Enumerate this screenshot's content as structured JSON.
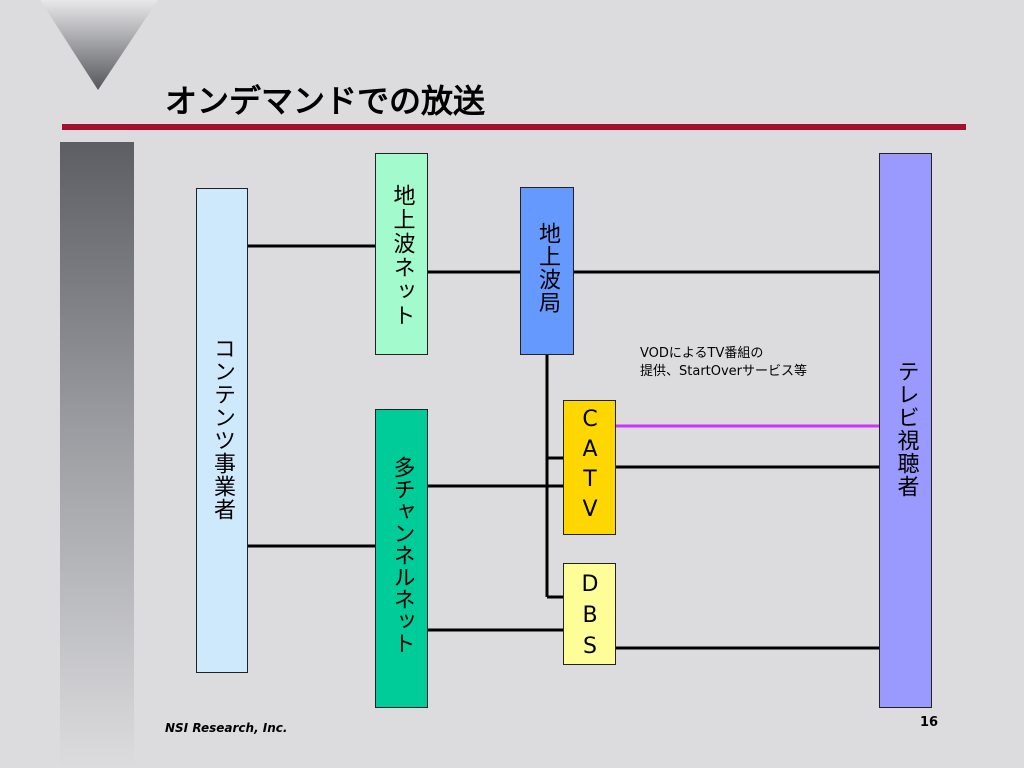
{
  "slide": {
    "title": "オンデマンドでの放送",
    "page_number": "16",
    "footer_company": "NSI Research, Inc."
  },
  "boxes": {
    "contents_provider": "コンテンツ事業者",
    "terrestrial_network": "地上波ネット",
    "terrestrial_station": "地上波局",
    "multichannel_network": "多チャンネルネット",
    "catv": "CATV",
    "dbs": "DBS",
    "tv_viewers": "テレビ視聴者"
  },
  "annotation": "VODによるTV番組の\n提供、StartOverサービス等",
  "colors": {
    "title_rule": "#a3102f",
    "contents_box": "#cfe9fc",
    "terrestrial_net_box": "#a3fbcd",
    "terrestrial_station_box": "#6699fe",
    "multichannel_box": "#00cc99",
    "catv_box": "#ffd700",
    "dbs_box": "#fefe99",
    "viewers_box": "#9999fe",
    "vod_link": "#cc33ff"
  }
}
